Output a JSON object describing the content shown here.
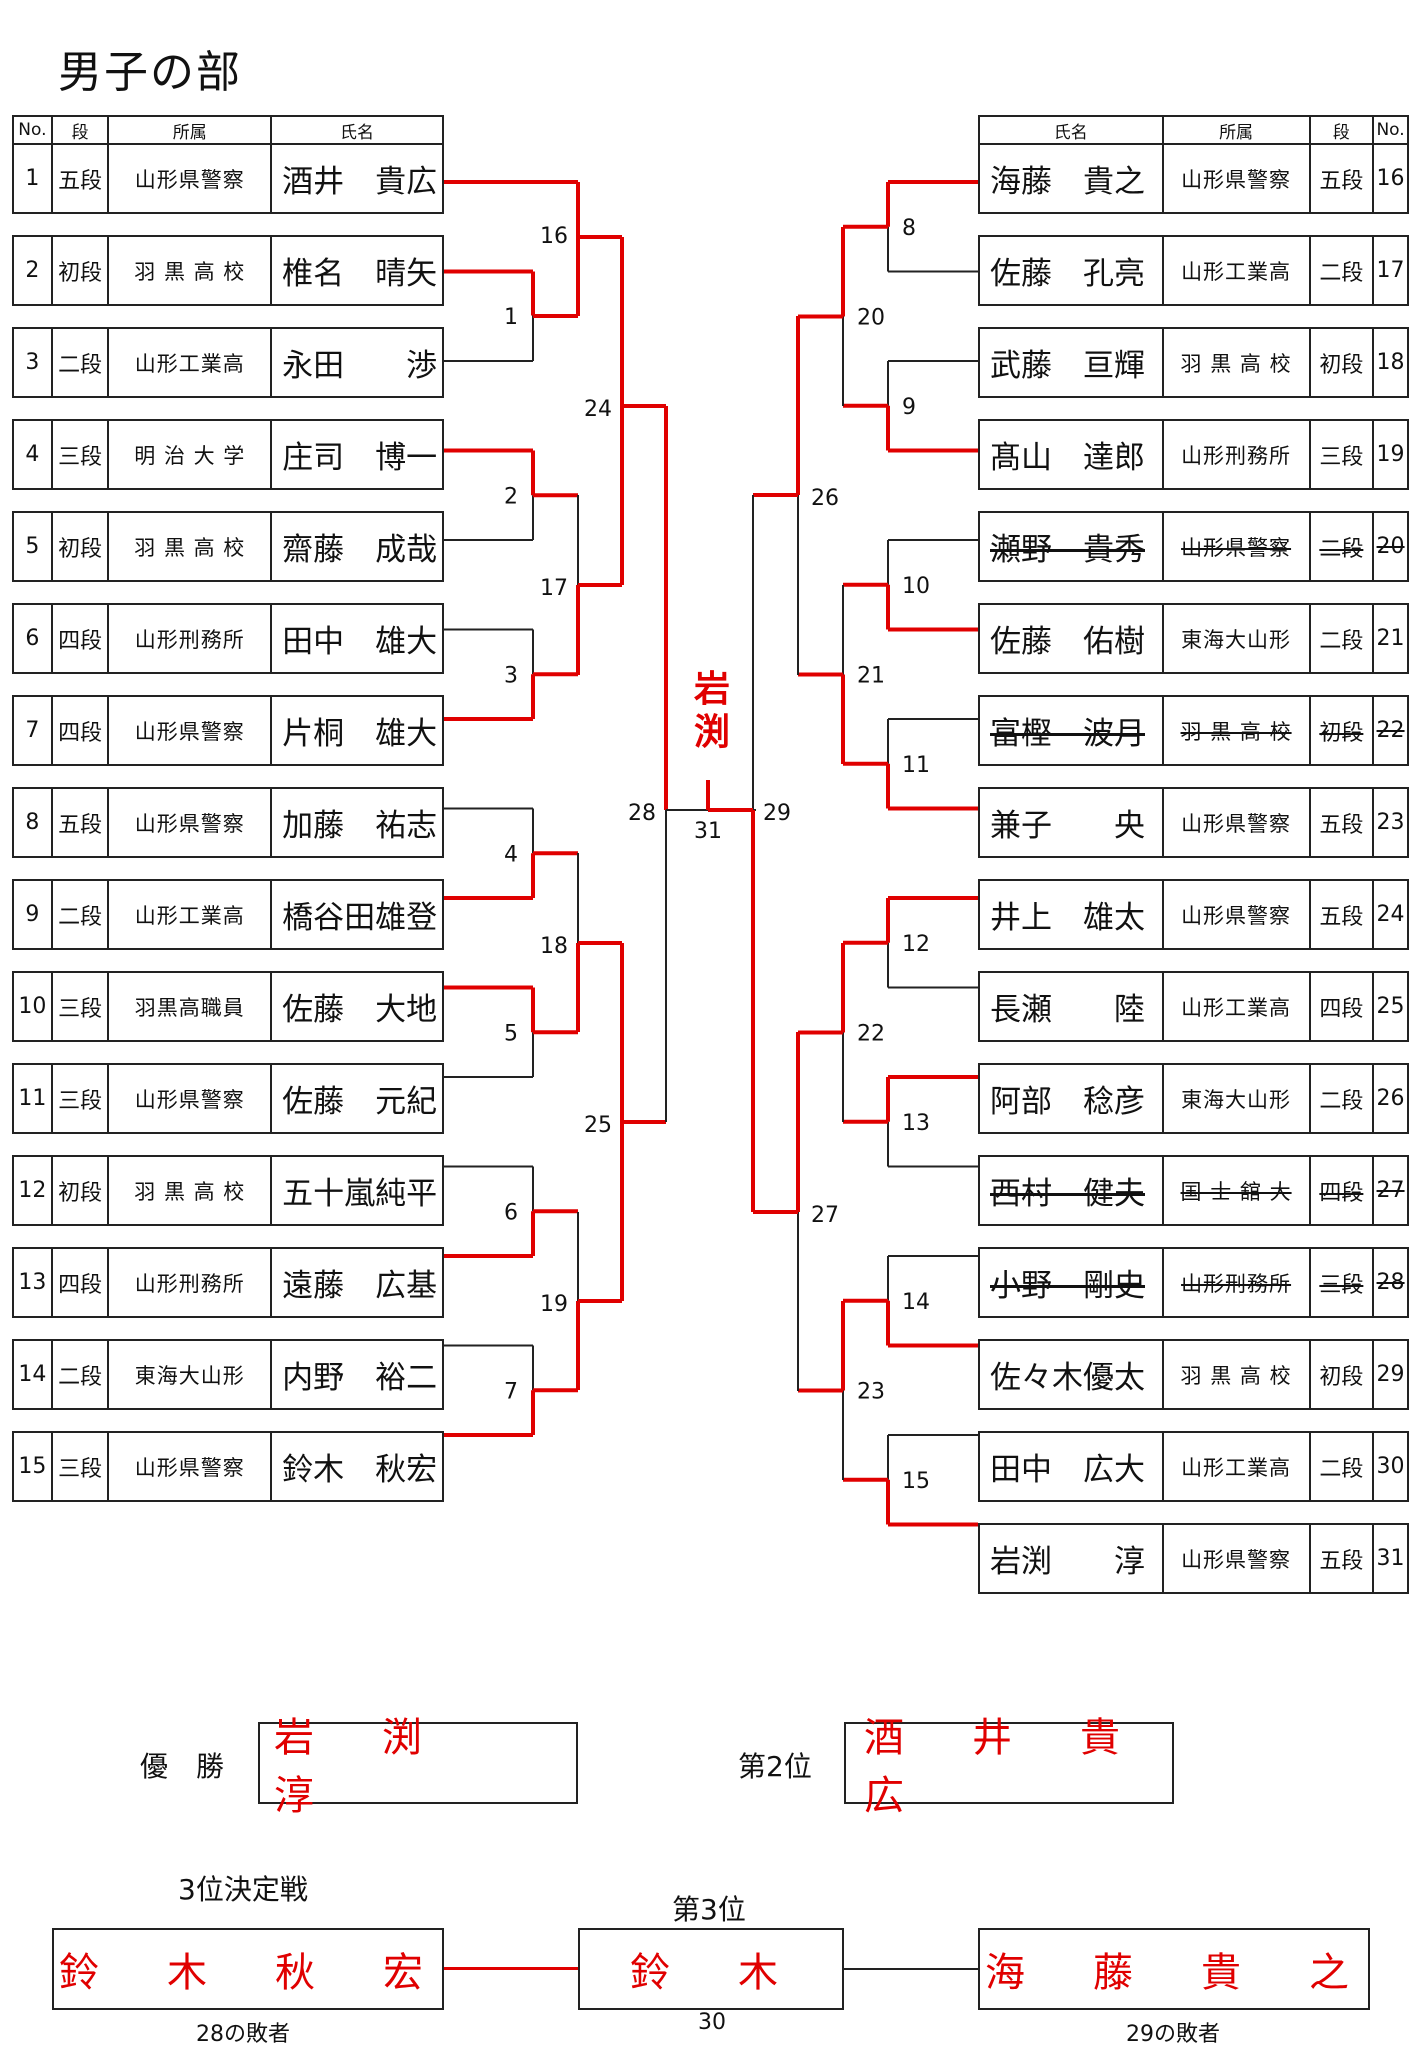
{
  "title": "男子の部",
  "headers": {
    "no": "No.",
    "dan": "段",
    "aff": "所属",
    "name": "氏名"
  },
  "left": [
    {
      "no": "1",
      "dan": "五段",
      "aff": "山形県警察",
      "name": "酒井　貴広",
      "out": false
    },
    {
      "no": "2",
      "dan": "初段",
      "aff": "羽 黒 高 校",
      "name": "椎名　晴矢",
      "out": false
    },
    {
      "no": "3",
      "dan": "二段",
      "aff": "山形工業高",
      "name": "永田　　渉",
      "out": false
    },
    {
      "no": "4",
      "dan": "三段",
      "aff": "明 治 大 学",
      "name": "庄司　博一",
      "out": false
    },
    {
      "no": "5",
      "dan": "初段",
      "aff": "羽 黒 高 校",
      "name": "齋藤　成哉",
      "out": false
    },
    {
      "no": "6",
      "dan": "四段",
      "aff": "山形刑務所",
      "name": "田中　雄大",
      "out": false
    },
    {
      "no": "7",
      "dan": "四段",
      "aff": "山形県警察",
      "name": "片桐　雄大",
      "out": false
    },
    {
      "no": "8",
      "dan": "五段",
      "aff": "山形県警察",
      "name": "加藤　祐志",
      "out": false
    },
    {
      "no": "9",
      "dan": "二段",
      "aff": "山形工業高",
      "name": "橋谷田雄登",
      "out": false
    },
    {
      "no": "10",
      "dan": "三段",
      "aff": "羽黒高職員",
      "name": "佐藤　大地",
      "out": false
    },
    {
      "no": "11",
      "dan": "三段",
      "aff": "山形県警察",
      "name": "佐藤　元紀",
      "out": false
    },
    {
      "no": "12",
      "dan": "初段",
      "aff": "羽 黒 高 校",
      "name": "五十嵐純平",
      "out": false
    },
    {
      "no": "13",
      "dan": "四段",
      "aff": "山形刑務所",
      "name": "遠藤　広基",
      "out": false
    },
    {
      "no": "14",
      "dan": "二段",
      "aff": "東海大山形",
      "name": "内野　裕二",
      "out": false
    },
    {
      "no": "15",
      "dan": "三段",
      "aff": "山形県警察",
      "name": "鈴木　秋宏",
      "out": false
    }
  ],
  "right": [
    {
      "no": "16",
      "dan": "五段",
      "aff": "山形県警察",
      "name": "海藤　貴之",
      "out": false
    },
    {
      "no": "17",
      "dan": "二段",
      "aff": "山形工業高",
      "name": "佐藤　孔亮",
      "out": false
    },
    {
      "no": "18",
      "dan": "初段",
      "aff": "羽 黒 高 校",
      "name": "武藤　亘輝",
      "out": false
    },
    {
      "no": "19",
      "dan": "三段",
      "aff": "山形刑務所",
      "name": "髙山　達郎",
      "out": false
    },
    {
      "no": "20",
      "dan": "二段",
      "aff": "山形県警察",
      "name": "瀬野　貴秀",
      "out": true
    },
    {
      "no": "21",
      "dan": "二段",
      "aff": "東海大山形",
      "name": "佐藤　佑樹",
      "out": false
    },
    {
      "no": "22",
      "dan": "初段",
      "aff": "羽 黒 高 校",
      "name": "富樫　波月",
      "out": true
    },
    {
      "no": "23",
      "dan": "五段",
      "aff": "山形県警察",
      "name": "兼子　　央",
      "out": false
    },
    {
      "no": "24",
      "dan": "五段",
      "aff": "山形県警察",
      "name": "井上　雄太",
      "out": false
    },
    {
      "no": "25",
      "dan": "四段",
      "aff": "山形工業高",
      "name": "長瀬　　陸",
      "out": false
    },
    {
      "no": "26",
      "dan": "二段",
      "aff": "東海大山形",
      "name": "阿部　稔彦",
      "out": false
    },
    {
      "no": "27",
      "dan": "四段",
      "aff": "国 士 舘 大",
      "name": "西村　健夫",
      "out": true
    },
    {
      "no": "28",
      "dan": "三段",
      "aff": "山形刑務所",
      "name": "小野　剛史",
      "out": true
    },
    {
      "no": "29",
      "dan": "初段",
      "aff": "羽 黒 高 校",
      "name": "佐々木優太",
      "out": false
    },
    {
      "no": "30",
      "dan": "二段",
      "aff": "山形工業高",
      "name": "田中　広大",
      "out": false
    },
    {
      "no": "31",
      "dan": "五段",
      "aff": "山形県警察",
      "name": "岩渕　　淳",
      "out": false
    }
  ],
  "match_labels": {
    "m1": "1",
    "m2": "2",
    "m3": "3",
    "m4": "4",
    "m5": "5",
    "m6": "6",
    "m7": "7",
    "m8": "8",
    "m9": "9",
    "m10": "10",
    "m11": "11",
    "m12": "12",
    "m13": "13",
    "m14": "14",
    "m15": "15",
    "m16": "16",
    "m17": "17",
    "m18": "18",
    "m19": "19",
    "m20": "20",
    "m21": "21",
    "m22": "22",
    "m23": "23",
    "m24": "24",
    "m25": "25",
    "m26": "26",
    "m27": "27",
    "m28": "28",
    "m29": "29",
    "m31": "31"
  },
  "champion_vertical": [
    "岩",
    "渕"
  ],
  "results": {
    "first_label": "優　勝",
    "first_name": "岩　渕　　　淳",
    "second_label": "第2位",
    "second_name": "酒　井　貴　広",
    "third_match_label": "3位決定戦",
    "third_label": "第3位",
    "third_left": "鈴　木　秋　宏",
    "third_center": "鈴　木",
    "third_right": "海　藤　貴　之",
    "loser28": "28の敗者",
    "match30": "30",
    "loser29": "29の敗者"
  },
  "colors": {
    "win": "#e00000",
    "line": "#222222"
  }
}
